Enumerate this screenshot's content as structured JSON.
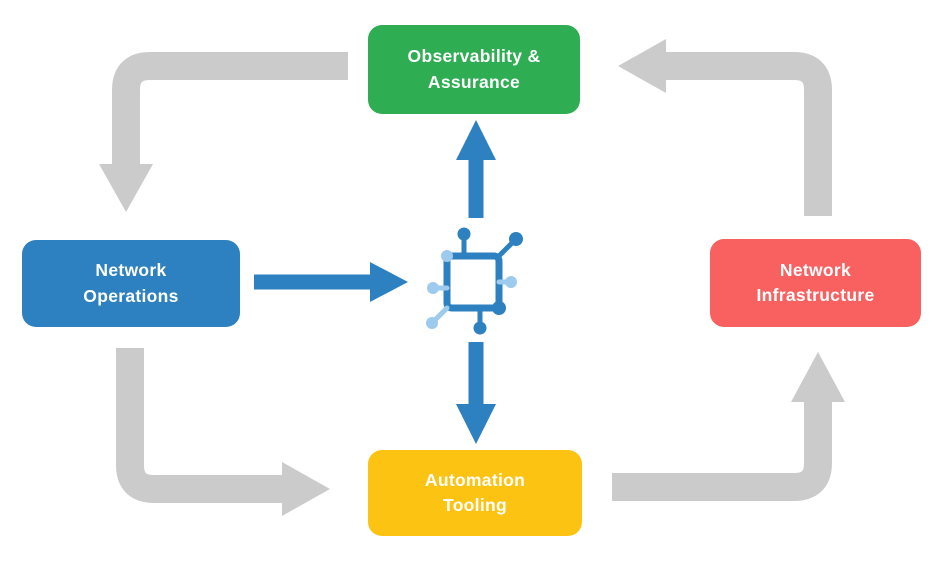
{
  "diagram": {
    "nodes": {
      "observability": {
        "label": "Observability &\nAssurance",
        "color": "#2fad52"
      },
      "operations": {
        "label": "Network\nOperations",
        "color": "#2e81c0"
      },
      "infrastructure": {
        "label": "Network\nInfrastructure",
        "color": "#f96060"
      },
      "automation": {
        "label": "Automation\nTooling",
        "color": "#fdc313"
      }
    },
    "center_icon": {
      "name": "network-node-icon",
      "primary_color": "#2e81c0",
      "secondary_color": "#9dcbee"
    },
    "arrows": {
      "gray_color": "#cbcbcb",
      "blue_color": "#2e81c0",
      "flows": [
        {
          "from": "observability",
          "to": "operations",
          "style": "gray"
        },
        {
          "from": "operations",
          "to": "automation",
          "style": "gray"
        },
        {
          "from": "automation",
          "to": "infrastructure",
          "style": "gray"
        },
        {
          "from": "infrastructure",
          "to": "observability",
          "style": "gray"
        },
        {
          "from": "operations",
          "to": "center-icon",
          "style": "blue"
        },
        {
          "from": "center-icon",
          "to": "observability",
          "style": "blue"
        },
        {
          "from": "center-icon",
          "to": "automation",
          "style": "blue"
        }
      ]
    }
  }
}
